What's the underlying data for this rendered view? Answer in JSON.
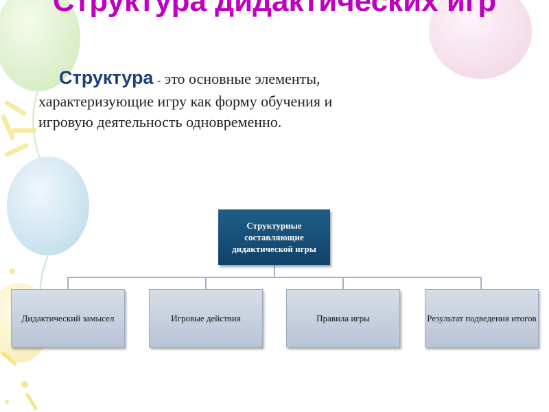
{
  "slide": {
    "title": "Структура дидактических игр",
    "term": "Структура",
    "dash": "-",
    "definition_line1": " это основные элементы,",
    "definition_line2": "характеризующие игру как форму обучения и",
    "definition_line3": "игровую деятельность одновременно."
  },
  "diagram": {
    "root": "Структурные составляющие дидактической игры",
    "children": [
      "Дидактический замысел",
      "Игровые действия",
      "Правила игры",
      "Результат подведения итогов"
    ]
  },
  "colors": {
    "title": "#c000c0",
    "root_box": "#174f7a",
    "child_box": "#c9d2e0"
  }
}
